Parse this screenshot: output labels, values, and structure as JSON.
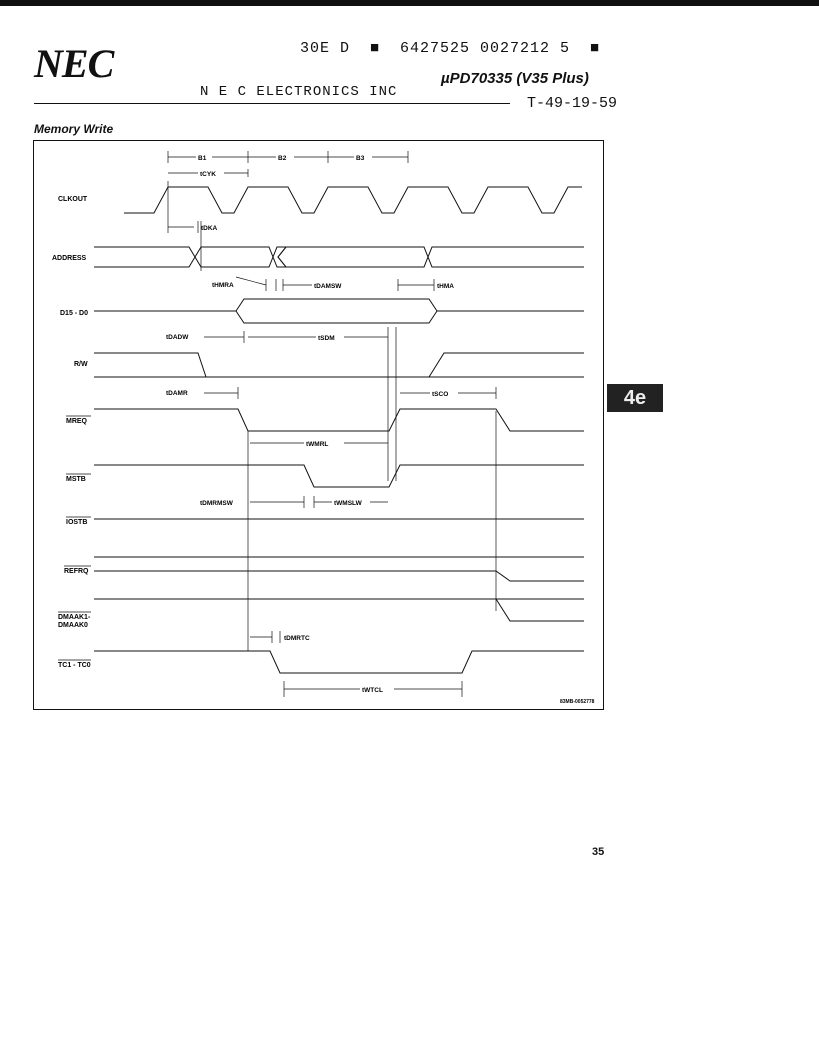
{
  "header": {
    "logo": "NEC",
    "barcode": "30E D  ■  6427525 0027212 5  ■",
    "company": "N E C ELECTRONICS INC",
    "part_number": "µPD70335 (V35 Plus)",
    "doc_number": "T-49-19-59"
  },
  "section_title": "Memory Write",
  "diagram": {
    "states": [
      "B1",
      "B2",
      "B3"
    ],
    "signals": {
      "clkout": "CLKOUT",
      "address": "ADDRESS",
      "data": "D15 - D0",
      "rw": "R/W",
      "mreq": "MREQ",
      "mstb": "MSTB",
      "iostb": "IOSTB",
      "refrq": "REFRQ",
      "dmaak_1": "DMAAK1-",
      "dmaak_2": "DMAAK0",
      "tc": "TC1 - TC0"
    },
    "timings": {
      "tcyk": "tCYK",
      "tdka": "tDKA",
      "thmra": "tHMRA",
      "tdamsw": "tDAMSW",
      "thma": "tHMA",
      "tdadw": "tDADW",
      "tsdm": "tSDM",
      "tdamr": "tDAMR",
      "tsco": "tSCO",
      "twmrl": "tWMRL",
      "tdmrmsw": "tDMRMSW",
      "twmslw": "tWMSLW",
      "tdmrtc": "tDMRTC",
      "twtcl": "tWTCL"
    },
    "figure_code": "83MB-0052778"
  },
  "side_tab": "4e",
  "page_number": "35"
}
